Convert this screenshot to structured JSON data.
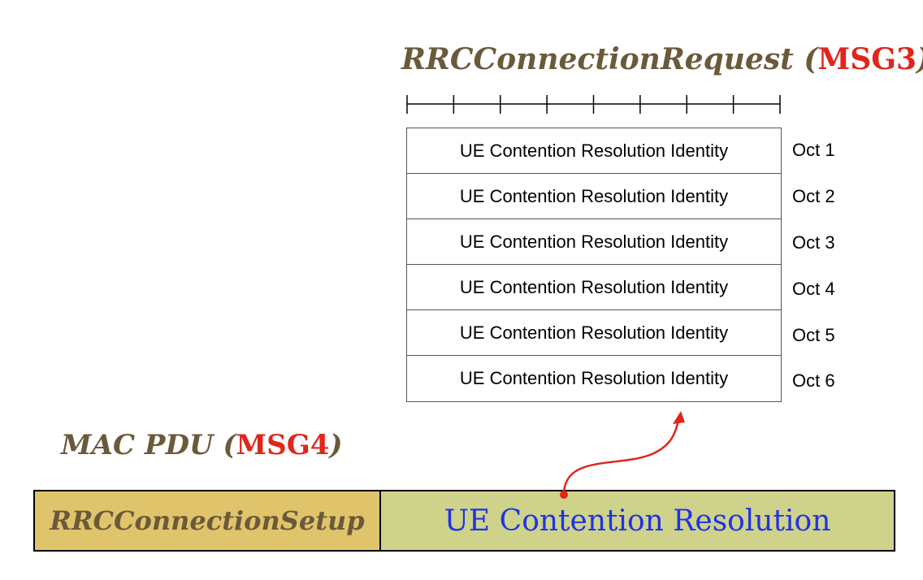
{
  "msg3": {
    "title_main": "RRCConnectionRequest (",
    "title_msg": "MSG3",
    "title_close": ")",
    "rows": [
      {
        "field": "UE Contention Resolution Identity",
        "octet": "Oct 1"
      },
      {
        "field": "UE Contention Resolution Identity",
        "octet": "Oct 2"
      },
      {
        "field": "UE Contention Resolution Identity",
        "octet": "Oct 3"
      },
      {
        "field": "UE Contention Resolution Identity",
        "octet": "Oct 4"
      },
      {
        "field": "UE Contention Resolution Identity",
        "octet": "Oct 5"
      },
      {
        "field": "UE Contention Resolution Identity",
        "octet": "Oct 6"
      }
    ]
  },
  "msg4": {
    "title_main": "MAC PDU (",
    "title_msg": "MSG4",
    "title_close": ")",
    "setup_label": "RRCConnectionSetup",
    "ucr_label": "UE Contention Resolution"
  },
  "colors": {
    "title": "#6b5a3a",
    "msg_accent": "#e0261b",
    "setup_fill": "#e0c46c",
    "ucr_fill": "#cfd28a",
    "ucr_text": "#1f33e8",
    "arrow": "#e0261b"
  }
}
